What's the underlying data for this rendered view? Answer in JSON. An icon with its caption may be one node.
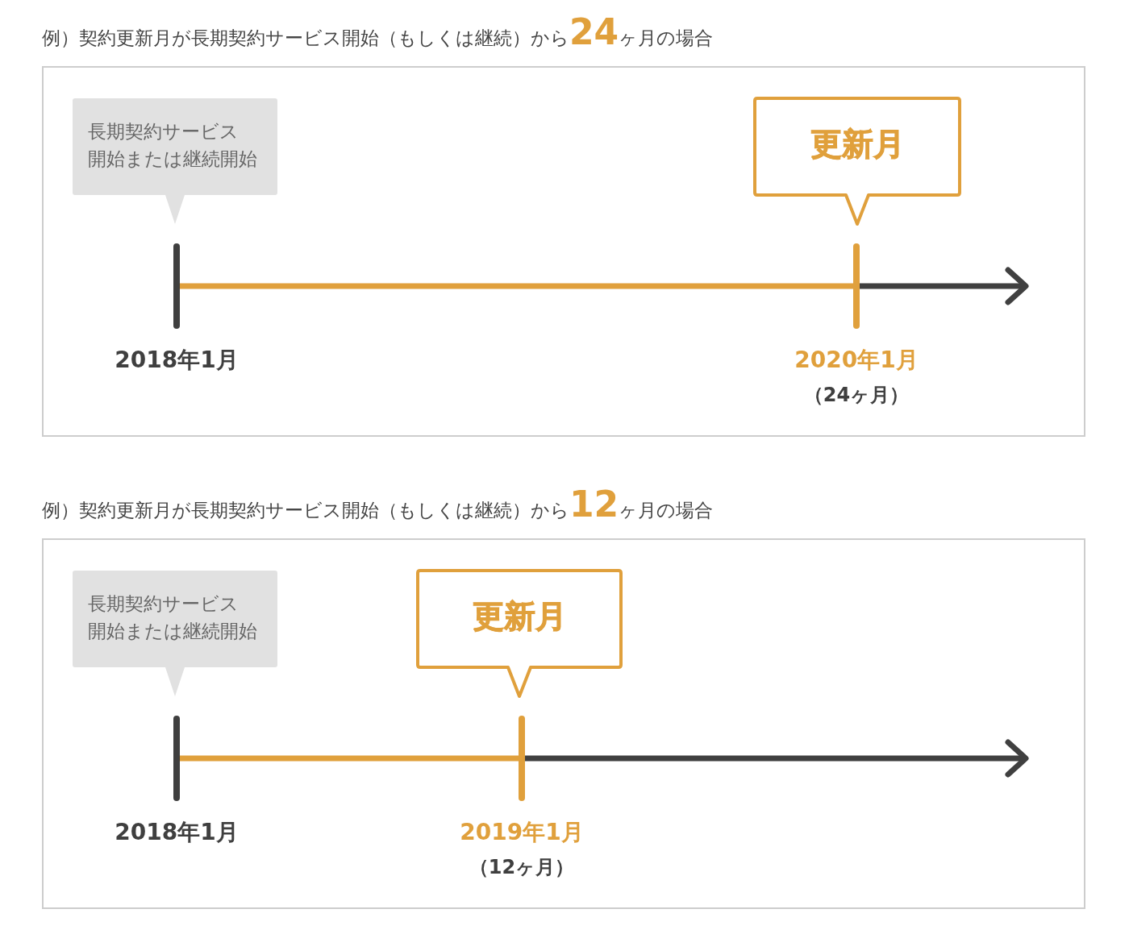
{
  "diagram": {
    "nodes": [
      {
        "text": [
          "例）契約更新月が長期契約サービス開始（もしくは継続）から**24**ヶ月の場合"
        ]
      },
      {
        "text": [
          "長期契約サービス開始または継続開始"
        ],
        "in": 0
      },
      {
        "text": [
          "更新月"
        ],
        "in": 0
      },
      {
        "text": [],
        "shape": "bar",
        "in": 0,
        "beside": [
          "2018年1月"
        ]
      },
      {
        "text": [],
        "shape": "bar",
        "in": 0,
        "beside": [
          "2020年1月",
          "（24ヶ月）"
        ]
      },
      {
        "text": [
          "例）契約更新月が長期契約サービス開始（もしくは継続）から**12**ヶ月の場合"
        ]
      },
      {
        "text": [
          "長期契約サービス開始または継続開始"
        ],
        "in": 5
      },
      {
        "text": [
          "更新月"
        ],
        "in": 5
      },
      {
        "text": [],
        "shape": "bar",
        "in": 5,
        "beside": [
          "2018年1月"
        ]
      },
      {
        "text": [],
        "shape": "bar",
        "in": 5,
        "beside": [
          "2019年1月",
          "（12ヶ月）"
        ]
      }
    ],
    "edges": [
      {
        "from": 3,
        "to": 4,
        "arrow": "none",
        "color": "#e0a03c"
      },
      {
        "from": 4,
        "to": null,
        "arrow": "to",
        "color": "#404040"
      },
      {
        "from": 8,
        "to": 9,
        "arrow": "none",
        "color": "#e0a03c"
      },
      {
        "from": 9,
        "to": null,
        "arrow": "to",
        "color": "#404040"
      }
    ]
  }
}
